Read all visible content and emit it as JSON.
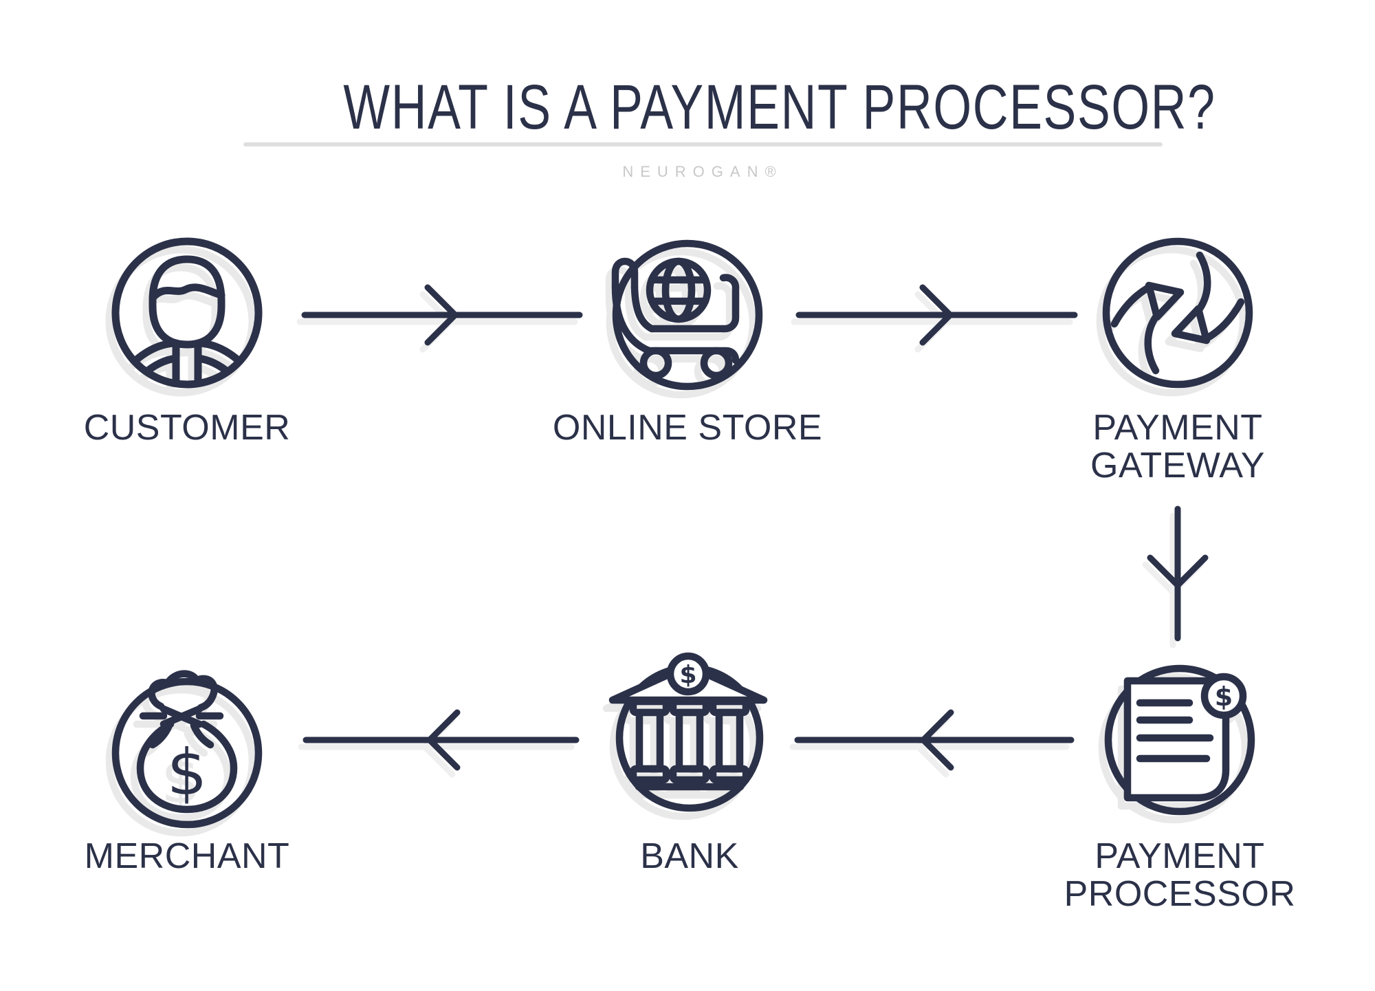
{
  "header": {
    "title": "WHAT IS A PAYMENT PROCESSOR?",
    "brand": "NEUROGAN®"
  },
  "nodes": [
    {
      "id": "customer",
      "label": "CUSTOMER",
      "icon": "customer-icon"
    },
    {
      "id": "online-store",
      "label": "ONLINE STORE",
      "icon": "shopping-cart-globe-icon"
    },
    {
      "id": "payment-gateway",
      "label": "PAYMENT GATEWAY",
      "icon": "sync-arrows-icon"
    },
    {
      "id": "merchant",
      "label": "MERCHANT",
      "icon": "money-bag-icon"
    },
    {
      "id": "bank",
      "label": "BANK",
      "icon": "bank-building-icon"
    },
    {
      "id": "payment-processor",
      "label": "PAYMENT PROCESSOR",
      "icon": "invoice-dollar-icon"
    }
  ],
  "icons": {
    "currency_symbol": "$"
  },
  "flow": [
    {
      "from": "CUSTOMER",
      "to": "ONLINE STORE",
      "direction": "right"
    },
    {
      "from": "ONLINE STORE",
      "to": "PAYMENT GATEWAY",
      "direction": "right"
    },
    {
      "from": "PAYMENT GATEWAY",
      "to": "PAYMENT PROCESSOR",
      "direction": "down"
    },
    {
      "from": "PAYMENT PROCESSOR",
      "to": "BANK",
      "direction": "left"
    },
    {
      "from": "BANK",
      "to": "MERCHANT",
      "direction": "left"
    }
  ],
  "colors": {
    "ink": "#2b3148",
    "icon_shadow": "#e9e9e9",
    "divider": "#dfdfdf",
    "brand_text": "#c8c8c8",
    "background": "#ffffff"
  }
}
